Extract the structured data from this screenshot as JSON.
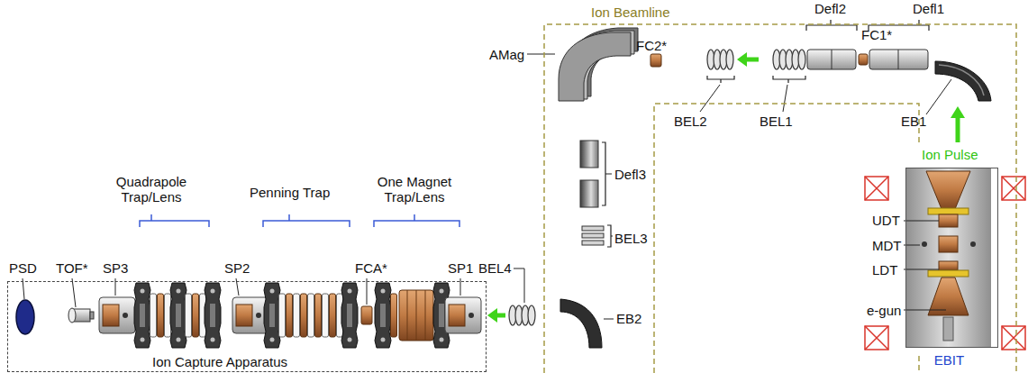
{
  "diagram": {
    "nodes": [
      {
        "text": [
          "Ion Beamline"
        ]
      },
      {
        "text": [
          "EBIT"
        ]
      },
      {
        "text": [
          "Ion Capture Apparatus"
        ]
      }
    ],
    "labels": [
      "AMag",
      "FC2*",
      "Defl2",
      "Defl1",
      "FC1*",
      "BEL2",
      "BEL1",
      "EB1",
      "Ion Pulse",
      "Defl3",
      "BEL3",
      "BEL4",
      "EB2",
      "UDT",
      "MDT",
      "LDT",
      "e-gun",
      "PSD",
      "TOF*",
      "SP3",
      "Quadrapole Trap/Lens",
      "SP2",
      "Penning Trap",
      "One Magnet Trap/Lens",
      "SP1",
      "FCA*"
    ]
  }
}
